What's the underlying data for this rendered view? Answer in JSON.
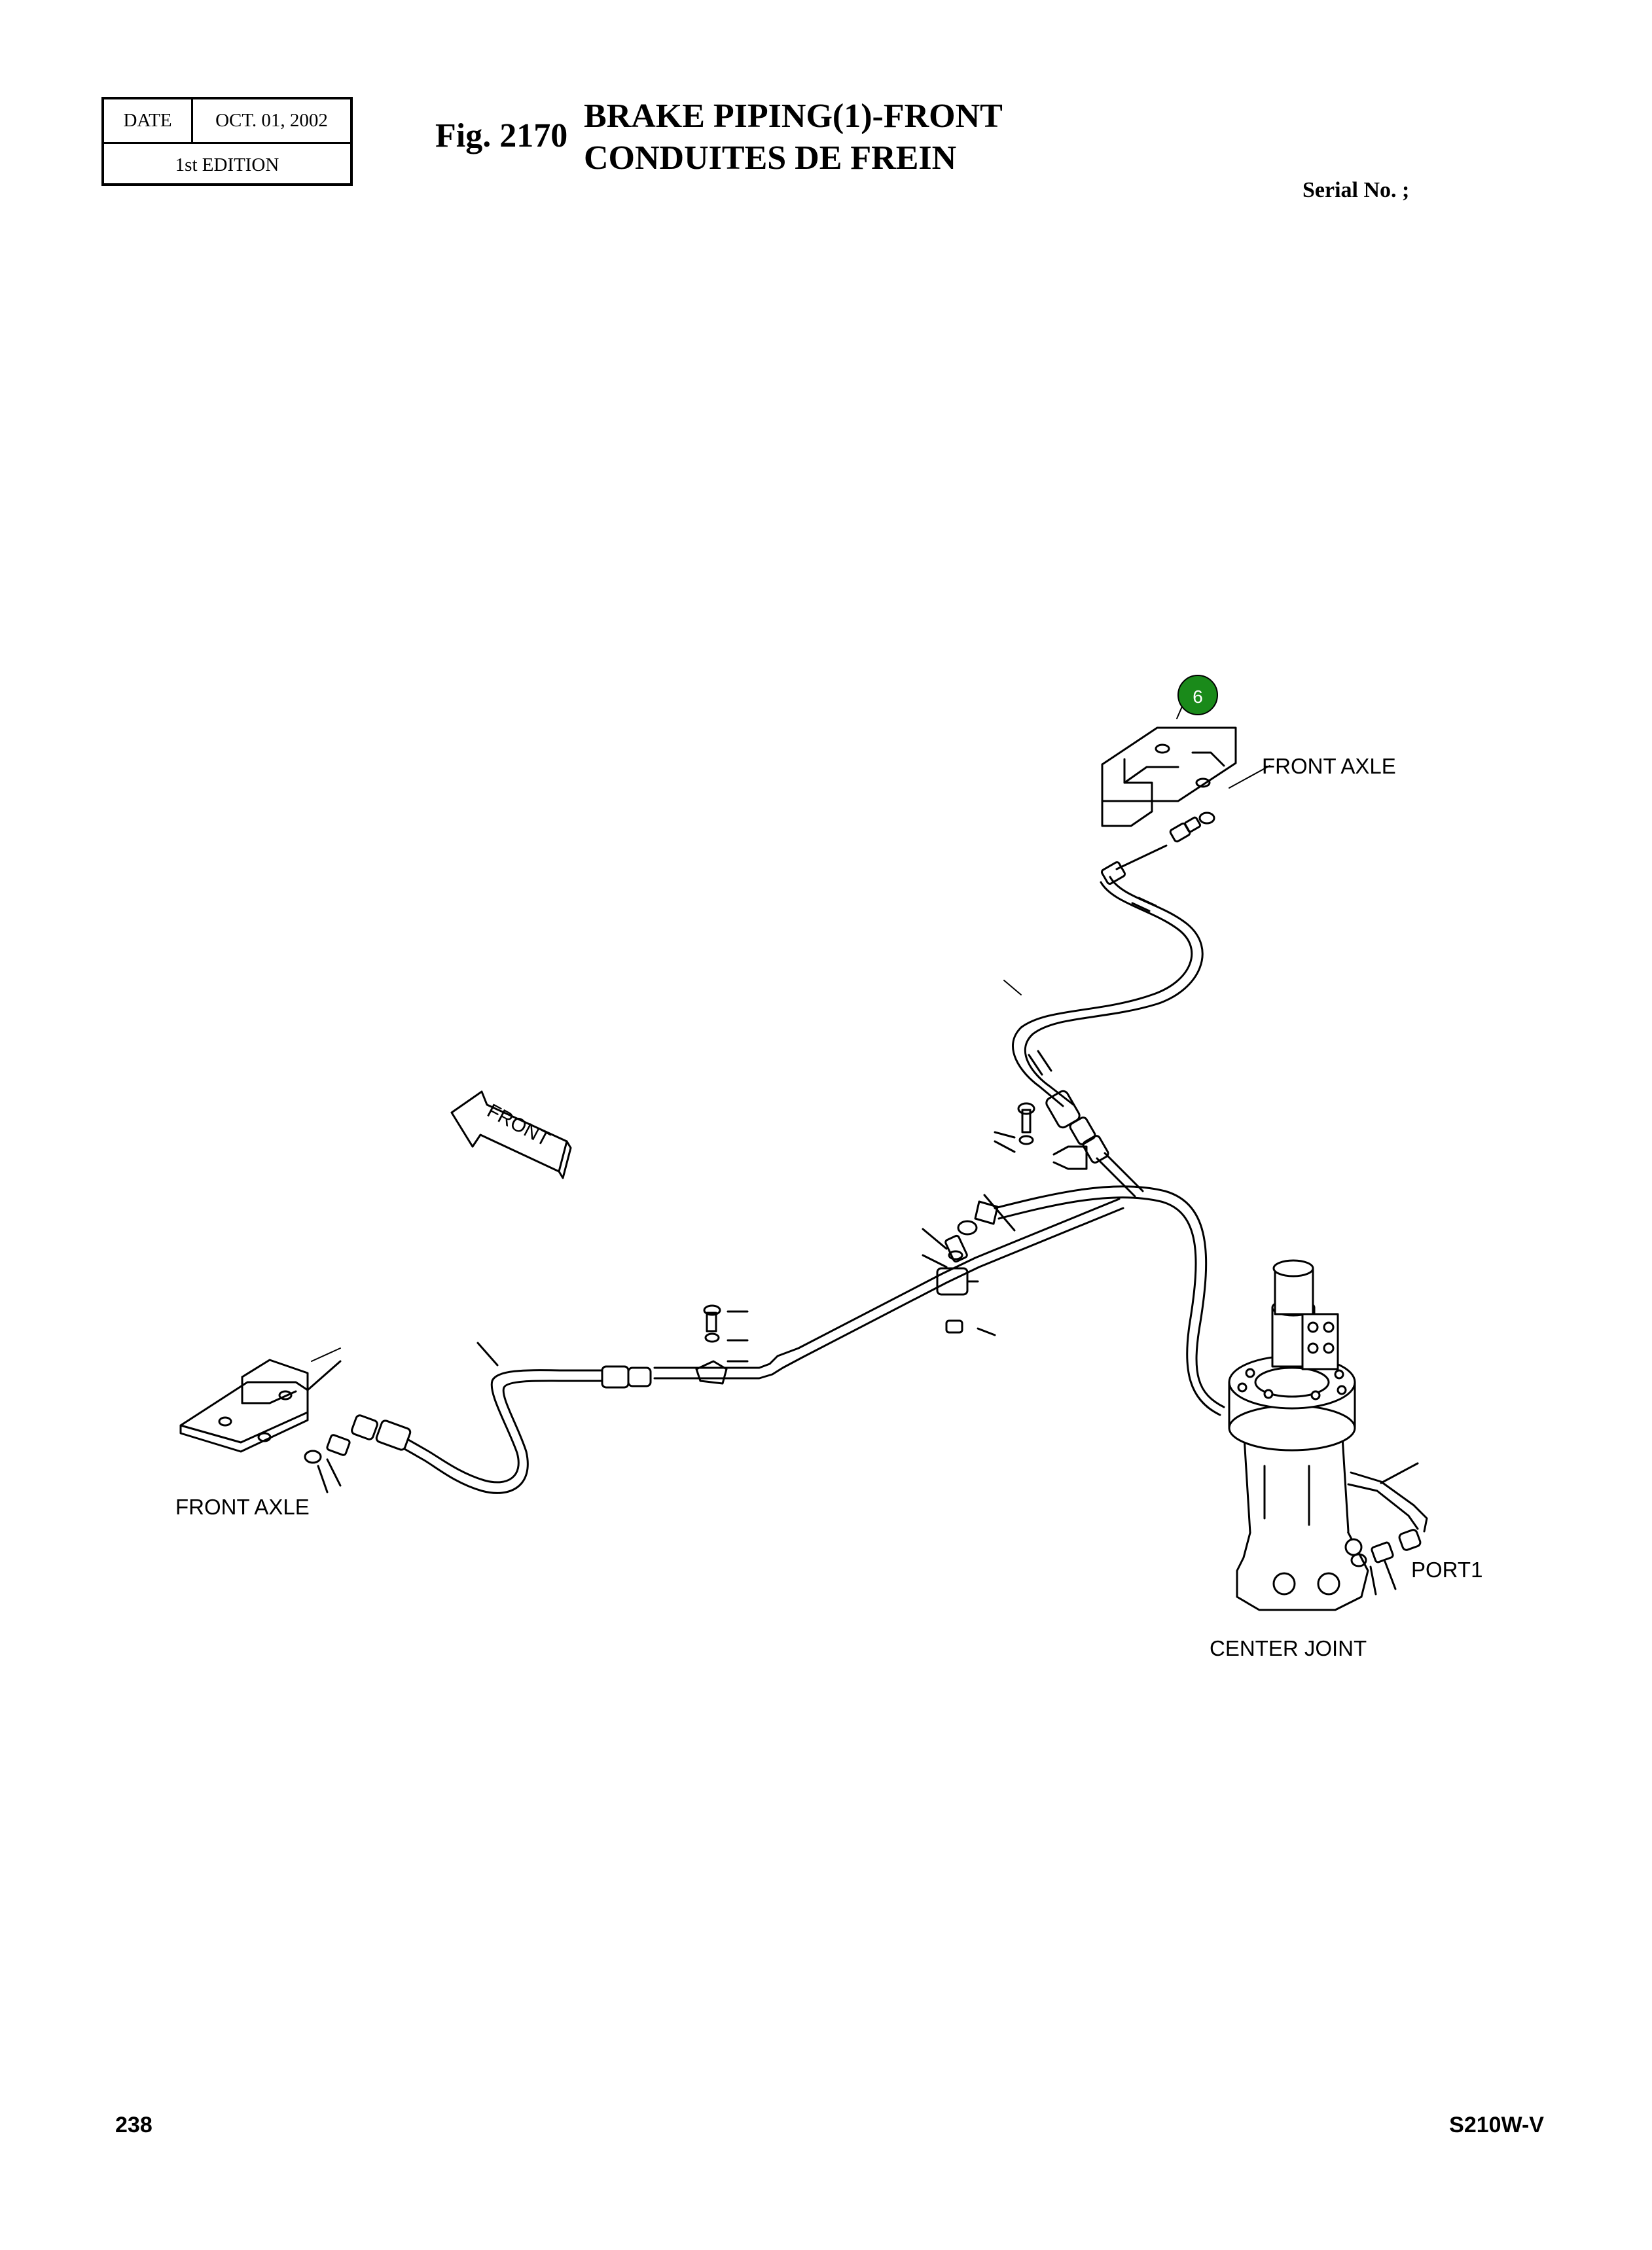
{
  "header": {
    "date_label": "DATE",
    "date_value": "OCT.  01, 2002",
    "edition": "1st EDITION",
    "fig_number": "Fig. 2170",
    "title_en": "BRAKE PIPING(1)-FRONT",
    "title_fr": "CONDUITES DE FREIN",
    "serial": "Serial No. ;"
  },
  "diagram": {
    "callout_number": "6",
    "callout_color": "#1a8a1a",
    "labels": {
      "front_axle_top": "FRONT AXLE",
      "front_axle_left": "FRONT AXLE",
      "port": "PORT1",
      "center_joint": "CENTER JOINT",
      "front_arrow": "FRONT"
    }
  },
  "footer": {
    "page_number": "238",
    "model": "S210W-V"
  }
}
